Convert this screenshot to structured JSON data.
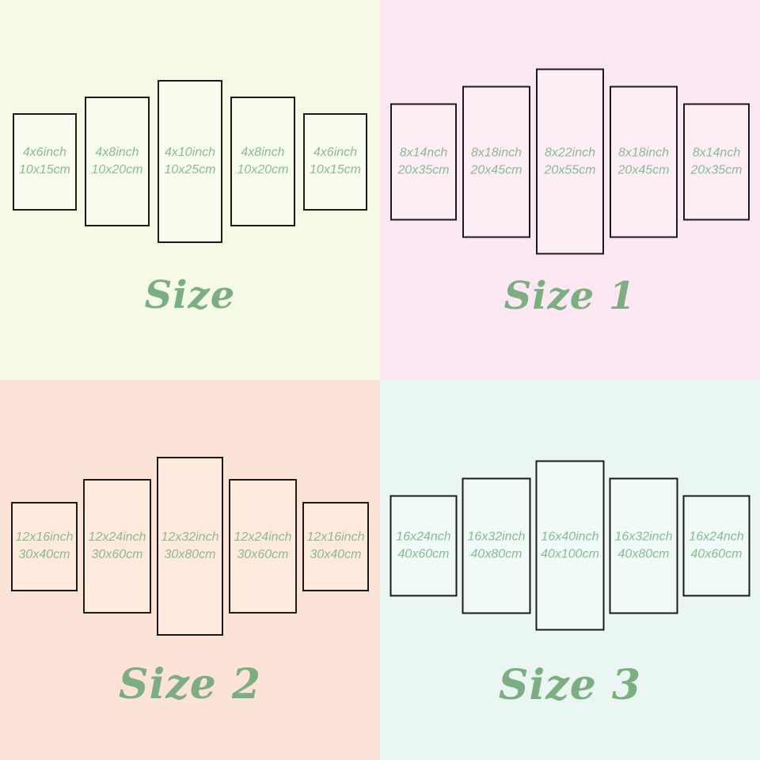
{
  "page": {
    "background": "#ffffff"
  },
  "colors": {
    "label_green": "#8abb93",
    "title_green": "#7cae81",
    "panel_border": "#1a1a1a",
    "quadrant_backgrounds": [
      "#f5fae6",
      "#fce8f3",
      "#fce3d7",
      "#e9f6f1"
    ]
  },
  "quadrants": [
    {
      "title": "Size",
      "background": "#f5fae6",
      "panel_fill": "#f8fcee",
      "panels": [
        {
          "inch": "4x6inch",
          "cm": "10x15cm"
        },
        {
          "inch": "4x8inch",
          "cm": "10x20cm"
        },
        {
          "inch": "4x10inch",
          "cm": "10x25cm"
        },
        {
          "inch": "4x8inch",
          "cm": "10x20cm"
        },
        {
          "inch": "4x6inch",
          "cm": "10x15cm"
        }
      ]
    },
    {
      "title": "Size 1",
      "background": "#fce8f3",
      "panel_fill": "#fdeef6",
      "panels": [
        {
          "inch": "8x14nch",
          "cm": "20x35cm"
        },
        {
          "inch": "8x18inch",
          "cm": "20x45cm"
        },
        {
          "inch": "8x22inch",
          "cm": "20x55cm"
        },
        {
          "inch": "8x18inch",
          "cm": "20x45cm"
        },
        {
          "inch": "8x14nch",
          "cm": "20x35cm"
        }
      ]
    },
    {
      "title": "Size 2",
      "background": "#fce3d7",
      "panel_fill": "#fdeadd",
      "panels": [
        {
          "inch": "12x16inch",
          "cm": "30x40cm"
        },
        {
          "inch": "12x24inch",
          "cm": "30x60cm"
        },
        {
          "inch": "12x32inch",
          "cm": "30x80cm"
        },
        {
          "inch": "12x24inch",
          "cm": "30x60cm"
        },
        {
          "inch": "12x16inch",
          "cm": "30x40cm"
        }
      ]
    },
    {
      "title": "Size 3",
      "background": "#e9f6f1",
      "panel_fill": "#f0faf6",
      "panels": [
        {
          "inch": "16x24nch",
          "cm": "40x60cm"
        },
        {
          "inch": "16x32inch",
          "cm": "40x80cm"
        },
        {
          "inch": "16x40inch",
          "cm": "40x100cm"
        },
        {
          "inch": "16x32inch",
          "cm": "40x80cm"
        },
        {
          "inch": "16x24nch",
          "cm": "40x60cm"
        }
      ]
    }
  ]
}
